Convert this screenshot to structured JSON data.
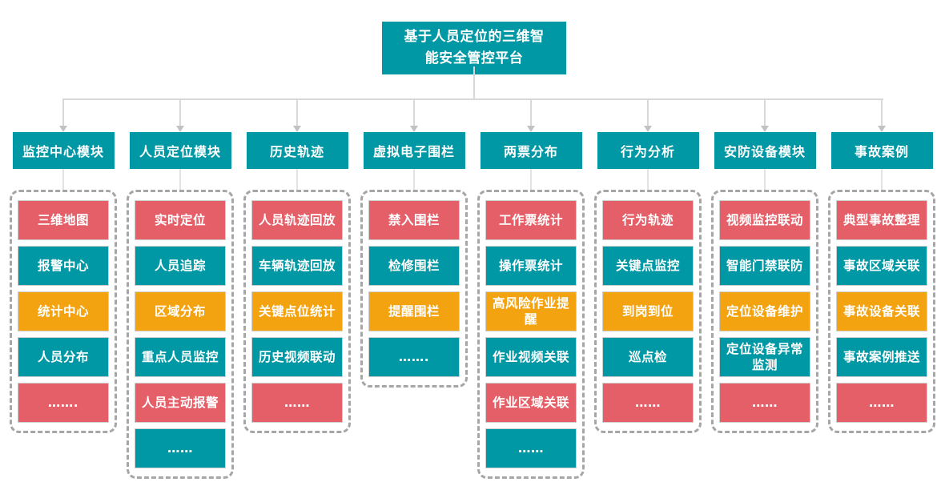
{
  "root": {
    "title": "基于人员定位的三维智能安全管控平台"
  },
  "palette": {
    "teal": "#0098a4",
    "red": "#e55f68",
    "orange": "#f2a30f",
    "line": "#d8d8d8",
    "arrow": "#c2c2c2",
    "dash": "#a6a6a6",
    "itemborder": "#cfcfcf"
  },
  "columns": [
    {
      "title": "监控中心模块",
      "items": [
        {
          "label": "三维地图",
          "color": "red"
        },
        {
          "label": "报警中心",
          "color": "teal"
        },
        {
          "label": "统计中心",
          "color": "orange"
        },
        {
          "label": "人员分布",
          "color": "teal"
        },
        {
          "label": "…….",
          "color": "red"
        }
      ]
    },
    {
      "title": "人员定位模块",
      "items": [
        {
          "label": "实时定位",
          "color": "red"
        },
        {
          "label": "人员追踪",
          "color": "teal"
        },
        {
          "label": "区域分布",
          "color": "orange"
        },
        {
          "label": "重点人员监控",
          "color": "teal"
        },
        {
          "label": "人员主动报警",
          "color": "red"
        },
        {
          "label": "……",
          "color": "teal"
        }
      ]
    },
    {
      "title": "历史轨迹",
      "items": [
        {
          "label": "人员轨迹回放",
          "color": "red"
        },
        {
          "label": "车辆轨迹回放",
          "color": "teal"
        },
        {
          "label": "关键点位统计",
          "color": "orange"
        },
        {
          "label": "历史视频联动",
          "color": "teal"
        },
        {
          "label": "……",
          "color": "red"
        }
      ]
    },
    {
      "title": "虚拟电子围栏",
      "items": [
        {
          "label": "禁入围栏",
          "color": "red"
        },
        {
          "label": "检修围栏",
          "color": "teal"
        },
        {
          "label": "提醒围栏",
          "color": "orange"
        },
        {
          "label": "…….",
          "color": "teal"
        }
      ]
    },
    {
      "title": "两票分布",
      "items": [
        {
          "label": "工作票统计",
          "color": "red"
        },
        {
          "label": "操作票统计",
          "color": "teal"
        },
        {
          "label": "高风险作业提醒",
          "color": "orange"
        },
        {
          "label": "作业视频关联",
          "color": "teal"
        },
        {
          "label": "作业区域关联",
          "color": "red"
        },
        {
          "label": "……",
          "color": "teal"
        }
      ]
    },
    {
      "title": "行为分析",
      "items": [
        {
          "label": "行为轨迹",
          "color": "red"
        },
        {
          "label": "关键点监控",
          "color": "teal"
        },
        {
          "label": "到岗到位",
          "color": "orange"
        },
        {
          "label": "巡点检",
          "color": "teal"
        },
        {
          "label": "……",
          "color": "red"
        }
      ]
    },
    {
      "title": "安防设备模块",
      "items": [
        {
          "label": "视频监控联动",
          "color": "red"
        },
        {
          "label": "智能门禁联防",
          "color": "teal"
        },
        {
          "label": "定位设备维护",
          "color": "orange"
        },
        {
          "label": "定位设备异常监测",
          "color": "teal"
        },
        {
          "label": "……",
          "color": "red"
        }
      ]
    },
    {
      "title": "事故案例",
      "items": [
        {
          "label": "典型事故整理",
          "color": "red"
        },
        {
          "label": "事故区域关联",
          "color": "teal"
        },
        {
          "label": "事故设备关联",
          "color": "orange"
        },
        {
          "label": "事故案例推送",
          "color": "teal"
        },
        {
          "label": "……",
          "color": "red"
        }
      ]
    }
  ]
}
